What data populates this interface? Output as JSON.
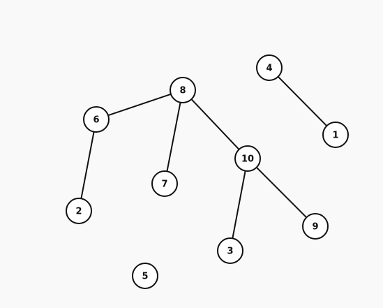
{
  "graph": {
    "nodes": [
      {
        "id": "n1",
        "label": "1"
      },
      {
        "id": "n2",
        "label": "2"
      },
      {
        "id": "n3",
        "label": "3"
      },
      {
        "id": "n4",
        "label": "4"
      },
      {
        "id": "n5",
        "label": "5"
      },
      {
        "id": "n6",
        "label": "6"
      },
      {
        "id": "n7",
        "label": "7"
      },
      {
        "id": "n8",
        "label": "8"
      },
      {
        "id": "n9",
        "label": "9"
      },
      {
        "id": "n10",
        "label": "10"
      }
    ],
    "edges": [
      {
        "from": "n8",
        "to": "n6"
      },
      {
        "from": "n8",
        "to": "n7"
      },
      {
        "from": "n8",
        "to": "n10"
      },
      {
        "from": "n6",
        "to": "n2"
      },
      {
        "from": "n10",
        "to": "n3"
      },
      {
        "from": "n10",
        "to": "n9"
      },
      {
        "from": "n4",
        "to": "n1"
      }
    ]
  }
}
